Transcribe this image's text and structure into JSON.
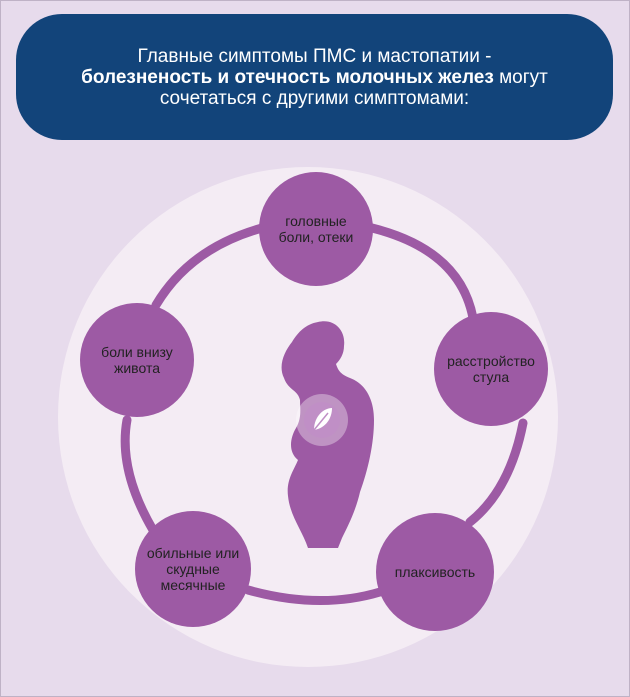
{
  "header": {
    "line_plain_1": "Главные симптомы ПМС и мастопатии -",
    "line_bold": "болезненость и отечность молочных желез",
    "line_plain_2": "могут сочетаться с другими симптомами:"
  },
  "symptoms": [
    {
      "label": "головные боли, отеки"
    },
    {
      "label": "расстройство стула"
    },
    {
      "label": "плаксивость"
    },
    {
      "label": "обильные или скудные месячные"
    },
    {
      "label": "боли внизу живота"
    }
  ],
  "colors": {
    "header_bg": "#12447a",
    "node_fill": "#9d5aa4",
    "ring_stroke": "#9d5aa4",
    "disc_fill": "#f4ecf4",
    "page_bg": "#e7dbec"
  },
  "icons": {
    "center": "woman-silhouette-icon",
    "breast": "leaf-icon"
  }
}
